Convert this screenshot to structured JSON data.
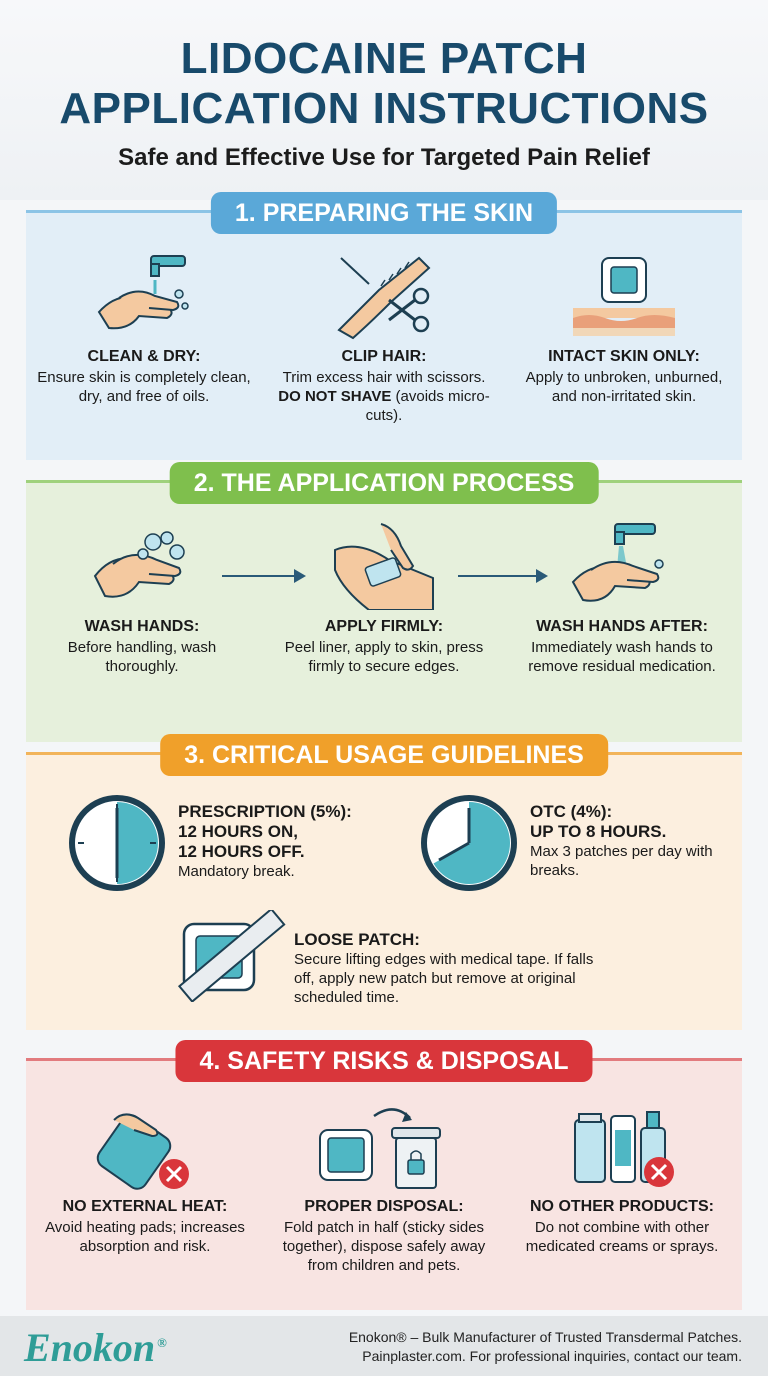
{
  "header": {
    "title_line1": "LIDOCAINE PATCH",
    "title_line2": "APPLICATION INSTRUCTIONS",
    "subtitle": "Safe and Effective Use for Targeted Pain Relief"
  },
  "colors": {
    "title": "#184a6b",
    "section1": "#5aa8d8",
    "section2": "#7fbf4d",
    "section3": "#f0a02a",
    "section4": "#d9363b",
    "teal": "#4fb7c4",
    "brand": "#2f9d97"
  },
  "section1": {
    "pill": "1. PREPARING THE SKIN",
    "items": [
      {
        "icon": "hand-washing-icon",
        "heading": "CLEAN & DRY:",
        "text": "Ensure skin is completely clean, dry, and free of oils."
      },
      {
        "icon": "scissors-arm-icon",
        "heading": "CLIP HAIR:",
        "text_before": "Trim excess hair with scissors.",
        "bold": "DO NOT SHAVE",
        "text_after": "(avoids micro-cuts)."
      },
      {
        "icon": "intact-skin-icon",
        "heading": "INTACT SKIN ONLY:",
        "text": "Apply to unbroken, unburned, and non-irritated skin."
      }
    ]
  },
  "section2": {
    "pill": "2. THE APPLICATION PROCESS",
    "items": [
      {
        "icon": "soapy-hands-icon",
        "heading": "WASH HANDS:",
        "text": "Before handling, wash thoroughly."
      },
      {
        "icon": "apply-patch-icon",
        "heading": "APPLY FIRMLY:",
        "text": "Peel liner, apply to skin, press firmly to secure edges."
      },
      {
        "icon": "faucet-hands-icon",
        "heading": "WASH HANDS AFTER:",
        "text": "Immediately wash hands to remove residual medication."
      }
    ]
  },
  "section3": {
    "pill": "3. CRITICAL USAGE GUIDELINES",
    "prescription": {
      "heading": "PRESCRIPTION (5%):",
      "line1": "12 HOURS ON,",
      "line2": "12 HOURS OFF.",
      "text": "Mandatory break."
    },
    "otc": {
      "heading": "OTC (4%):",
      "line1": "UP TO 8 HOURS.",
      "text": "Max 3 patches per day with breaks."
    },
    "loose": {
      "heading": "LOOSE PATCH:",
      "text": "Secure lifting edges with medical tape. If falls off, apply new patch but remove at original scheduled time."
    }
  },
  "section4": {
    "pill": "4. SAFETY RISKS & DISPOSAL",
    "items": [
      {
        "icon": "heating-pad-icon",
        "heading": "NO EXTERNAL HEAT:",
        "text": "Avoid heating pads; increases absorption and risk."
      },
      {
        "icon": "disposal-bin-icon",
        "heading": "PROPER DISPOSAL:",
        "text": "Fold patch in half (sticky sides together), dispose safely away from children and pets."
      },
      {
        "icon": "products-icon",
        "heading": "NO OTHER PRODUCTS:",
        "text": "Do not combine with other medicated creams or sprays."
      }
    ]
  },
  "footer": {
    "brand": "Enokon",
    "brand_mark": "®",
    "line1": "Enokon® – Bulk Manufacturer of Trusted Transdermal Patches.",
    "line2": "Painplaster.com. For professional inquiries, contact our team."
  }
}
